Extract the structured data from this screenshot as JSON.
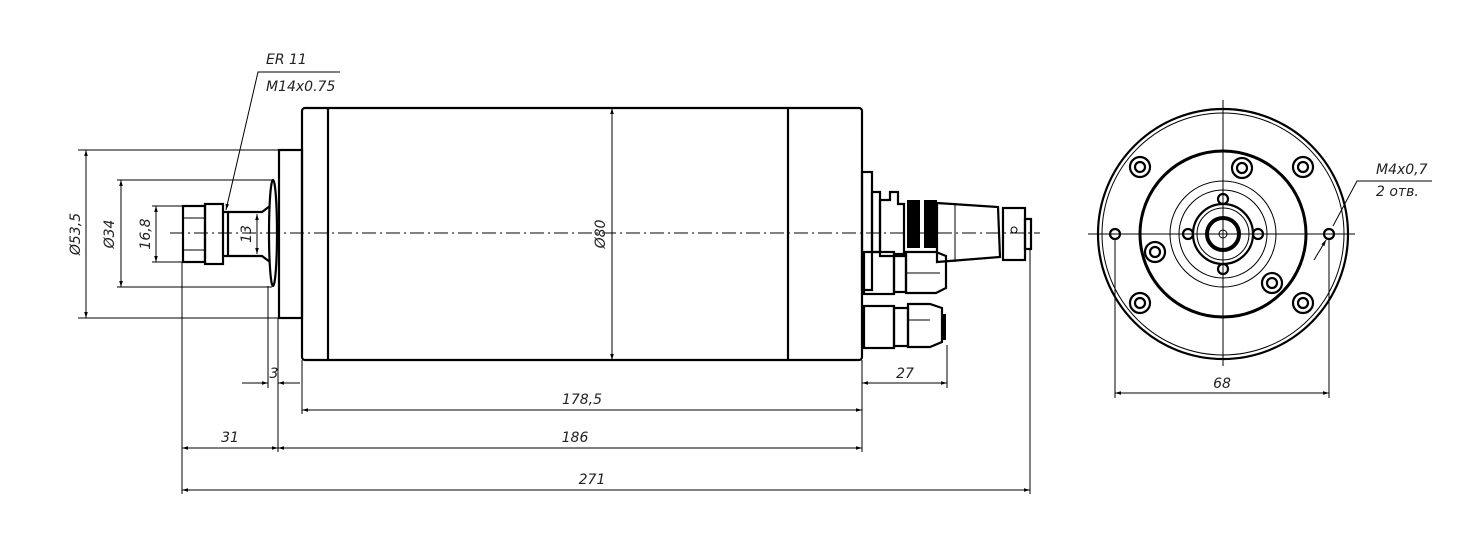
{
  "drawing": {
    "side_view": {
      "leader_collet": {
        "line1": "ER 11",
        "line2": "M14x0.75"
      },
      "dim_flange_diameter": "Ø53,5",
      "dim_collar_diameter": "Ø34",
      "dim_nut": "16,8",
      "dim_neck": "13",
      "dim_body_diameter": "Ø80",
      "dim_flange_thickness": "3",
      "dim_connector_length": "27",
      "dim_body_length": "178,5",
      "dim_nose_length": "31",
      "dim_housing_length": "186",
      "dim_total_length": "271"
    },
    "end_view": {
      "leader_holes": {
        "line1": "M4x0,7",
        "line2": "2 отв."
      },
      "dim_hole_spacing": "68"
    }
  }
}
